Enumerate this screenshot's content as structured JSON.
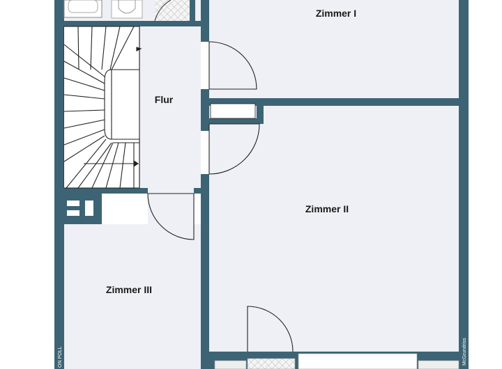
{
  "rooms": {
    "zimmer_1": "Zimmer I",
    "zimmer_2": "Zimmer II",
    "zimmer_3": "Zimmer III",
    "flur": "Flur"
  },
  "edge_text": {
    "left": "ON POLL",
    "right": "McGrundriss"
  },
  "colors": {
    "wall": "#3d6474",
    "floor": "#eef0f5",
    "tile": "#f4f4f4",
    "line": "#222222"
  },
  "icons": [
    "bathtub-icon",
    "toilet-icon",
    "staircase-icon",
    "window-icon",
    "door-swing-icon"
  ]
}
